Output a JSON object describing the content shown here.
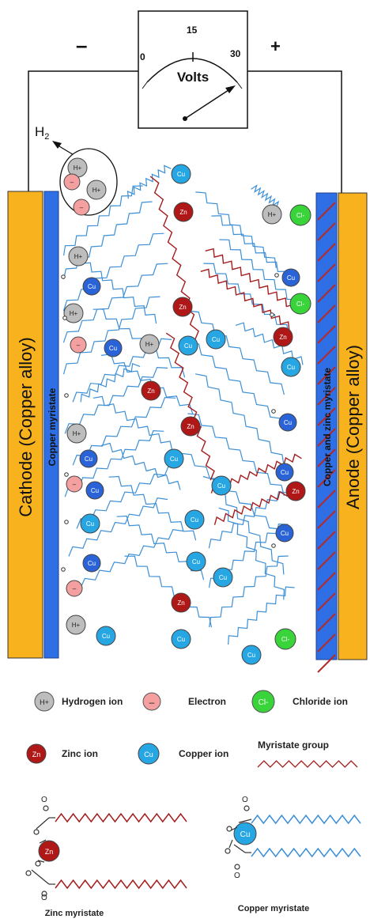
{
  "voltmeter": {
    "title": "Volts",
    "tick_min": "0",
    "tick_mid": "15",
    "tick_max": "30",
    "minus": "–",
    "plus": "+"
  },
  "gas_label": "H",
  "gas_sub": "2",
  "electrodes": {
    "cathode": "Cathode (Copper alloy)",
    "cathode_layer": "Copper myristate",
    "anode_layer": "Copper and zinc myristate",
    "anode": "Anode (Copper alloy)"
  },
  "ion_symbols": {
    "hydrogen": "H+",
    "copper": "Cu",
    "zinc": "Zn",
    "chloride": "Cl-",
    "electron": "–"
  },
  "legend": {
    "hydrogen": "Hydrogen ion",
    "electron": "Electron",
    "chloride": "Chloride ion",
    "zinc": "Zinc ion",
    "copper": "Copper ion",
    "myristate": "Myristate group"
  },
  "structures": {
    "zinc_myristate": "Zinc myristate",
    "copper_myristate": "Copper myristate",
    "oxygen": "O"
  },
  "colors": {
    "electrode": "#f7b21e",
    "cathode_layer": "#2f6fe6",
    "blue_chain": "#3c8fd6",
    "red_chain": "#a51d1d",
    "hydrogen_ion": "#bdbdbd",
    "electron": "#f4a0a0",
    "chloride_ion": "#39d33a",
    "zinc_ion": "#b01818",
    "copper_ion": "#27a6e4",
    "copper_ion_dark": "#2a63d8"
  }
}
